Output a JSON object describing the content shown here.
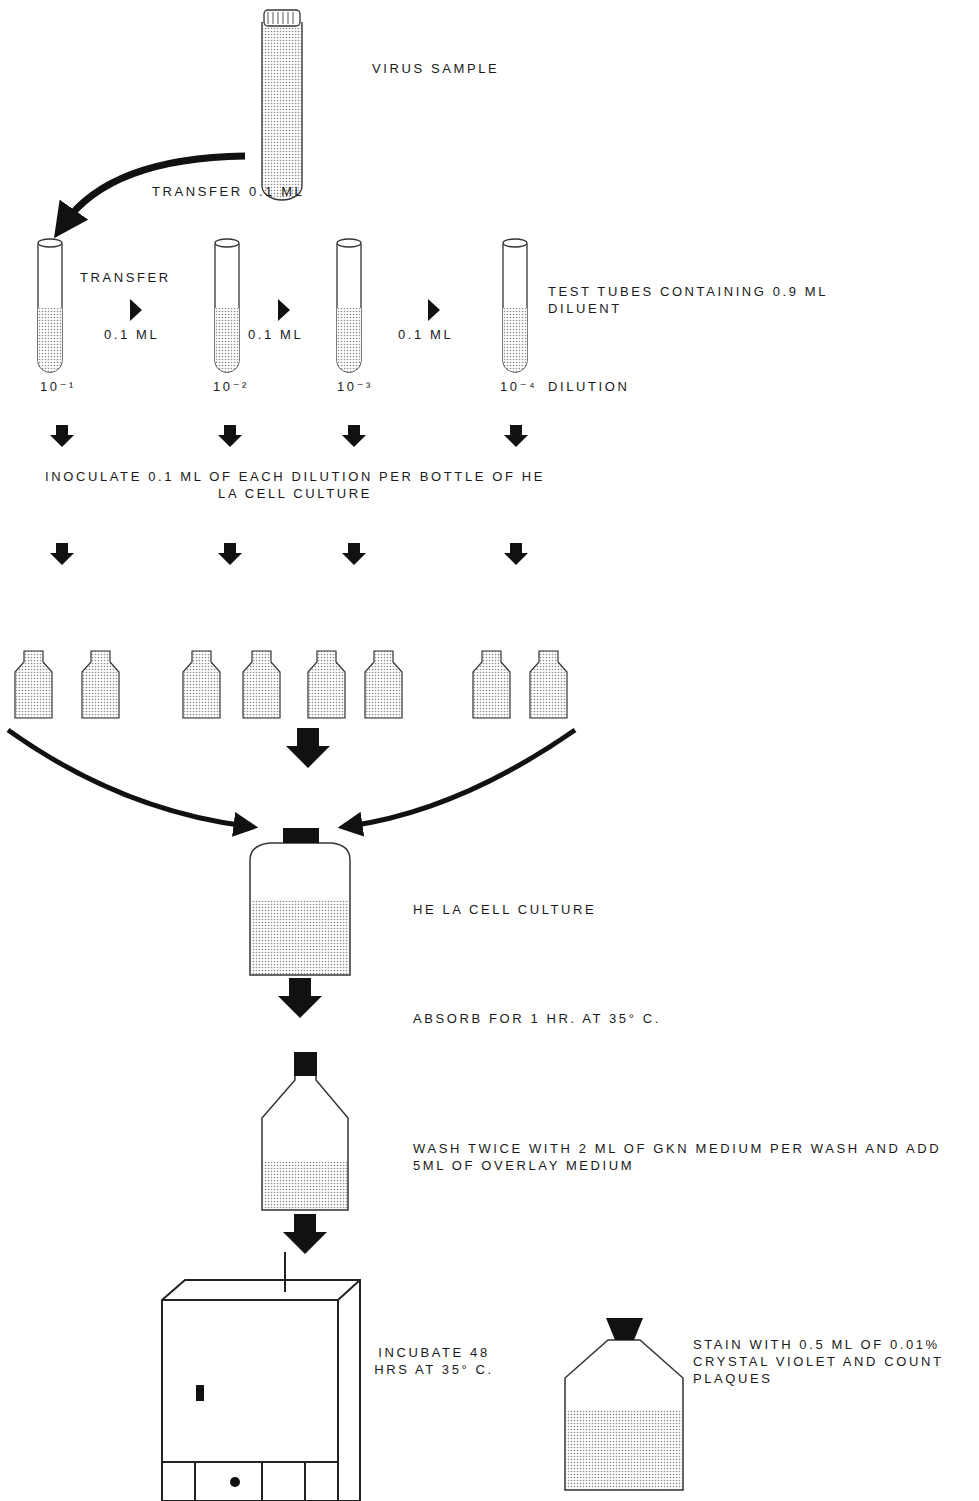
{
  "diagram": {
    "labels": [
      "VIRUS SAMPLE",
      "TRANSFER 0.1 ML",
      "TRANSFER",
      "0.1 ML",
      "0.1 ML",
      "0.1 ML",
      "TEST TUBES CONTAINING 0.9 ML DILUENT",
      "10⁻¹",
      "10⁻²",
      "10⁻³",
      "10⁻⁴",
      "DILUTION",
      "INOCULATE 0.1 ML OF EACH DILUTION PER BOTTLE OF HE LA CELL CULTURE",
      "HE LA CELL CULTURE",
      "ABSORB FOR 1 HR. AT 35° C.",
      "WASH TWICE WITH 2 ML OF GKN MEDIUM PER WASH AND ADD 5ML OF OVERLAY MEDIUM",
      "INCUBATE 48 HRS AT 35° C.",
      "STAIN WITH 0.5 ML OF 0.01% CRYSTAL VIOLET AND COUNT PLAQUES"
    ]
  }
}
